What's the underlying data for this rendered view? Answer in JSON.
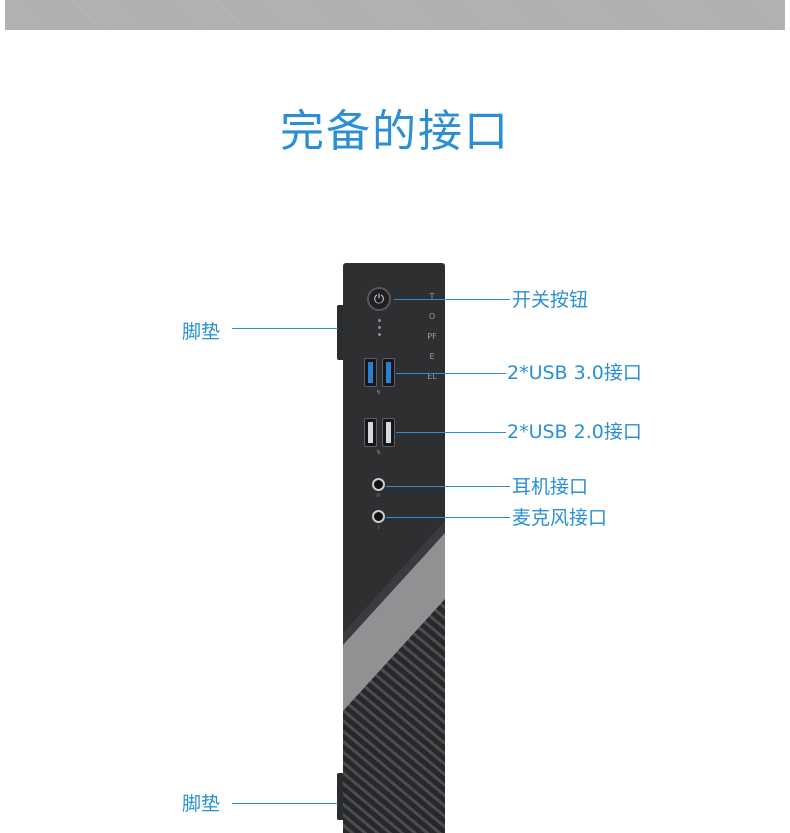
{
  "title": "完备的接口",
  "brand": "TOPFEEL",
  "power_symbol": "⏻",
  "labels": {
    "foot_top": "脚垫",
    "power": "开关按钮",
    "usb3": "2*USB 3.0接口",
    "usb2": "2*USB 2.0接口",
    "headphone": "耳机接口",
    "mic": "麦克风接口",
    "foot_bottom": "脚垫"
  },
  "icons": {
    "power": "power-icon",
    "usb": "usb-icon",
    "headphone": "headphone-icon",
    "mic": "microphone-icon"
  },
  "colors": {
    "accent": "#2a8fd4",
    "chassis": "#2e2f31",
    "usb3_port": "#2f7fd1",
    "stripe_band": "#8f9193"
  }
}
